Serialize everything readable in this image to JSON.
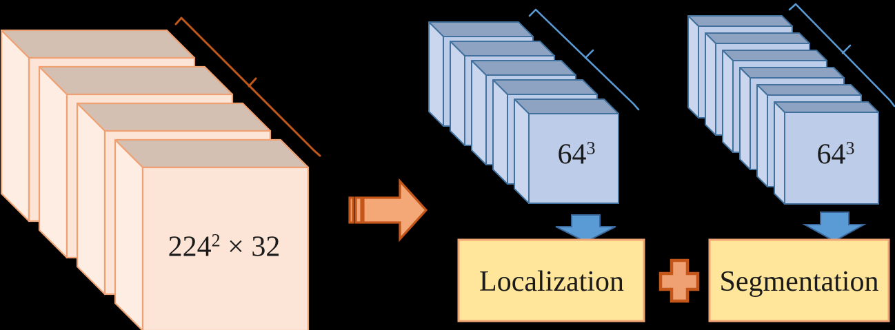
{
  "colors": {
    "background": "#000000",
    "peach_front": "#FCE5D6",
    "peach_side": "#FDEDE2",
    "peach_top": "#D3C0B3",
    "peach_border": "#F0A173",
    "orange_line": "#C0571B",
    "arrow_fill": "#F4A877",
    "arrow_border": "#C4561A",
    "blue_front": "#BDCCE8",
    "blue_side": "#CAD6EE",
    "blue_top": "#8EA3C2",
    "blue_border": "#41719C",
    "bracket_blue": "#5B9BD5",
    "down_arrow_fill": "#5B9BD5",
    "down_arrow_border": "#3A689B",
    "box_fill": "#FFE69B",
    "box_border": "#F0A674",
    "plus_fill": "#F0A173",
    "plus_border": "#C4561A",
    "text": "#1A1A1A"
  },
  "input_stack": {
    "slab_count": 4,
    "label": {
      "base": "224",
      "exponent": "2",
      "rest": " × 32"
    }
  },
  "feature_stack_1": {
    "slab_count": 5,
    "label": {
      "base": "64",
      "exponent": "3"
    }
  },
  "feature_stack_2": {
    "slab_count": 6,
    "label": {
      "base": "64",
      "exponent": "3"
    }
  },
  "outputs": {
    "localization_label": "Localization",
    "segmentation_label": "Segmentation"
  },
  "icons": {
    "flow_arrow": "striped-right-arrow",
    "down_arrow": "down-arrow",
    "plus": "+"
  }
}
